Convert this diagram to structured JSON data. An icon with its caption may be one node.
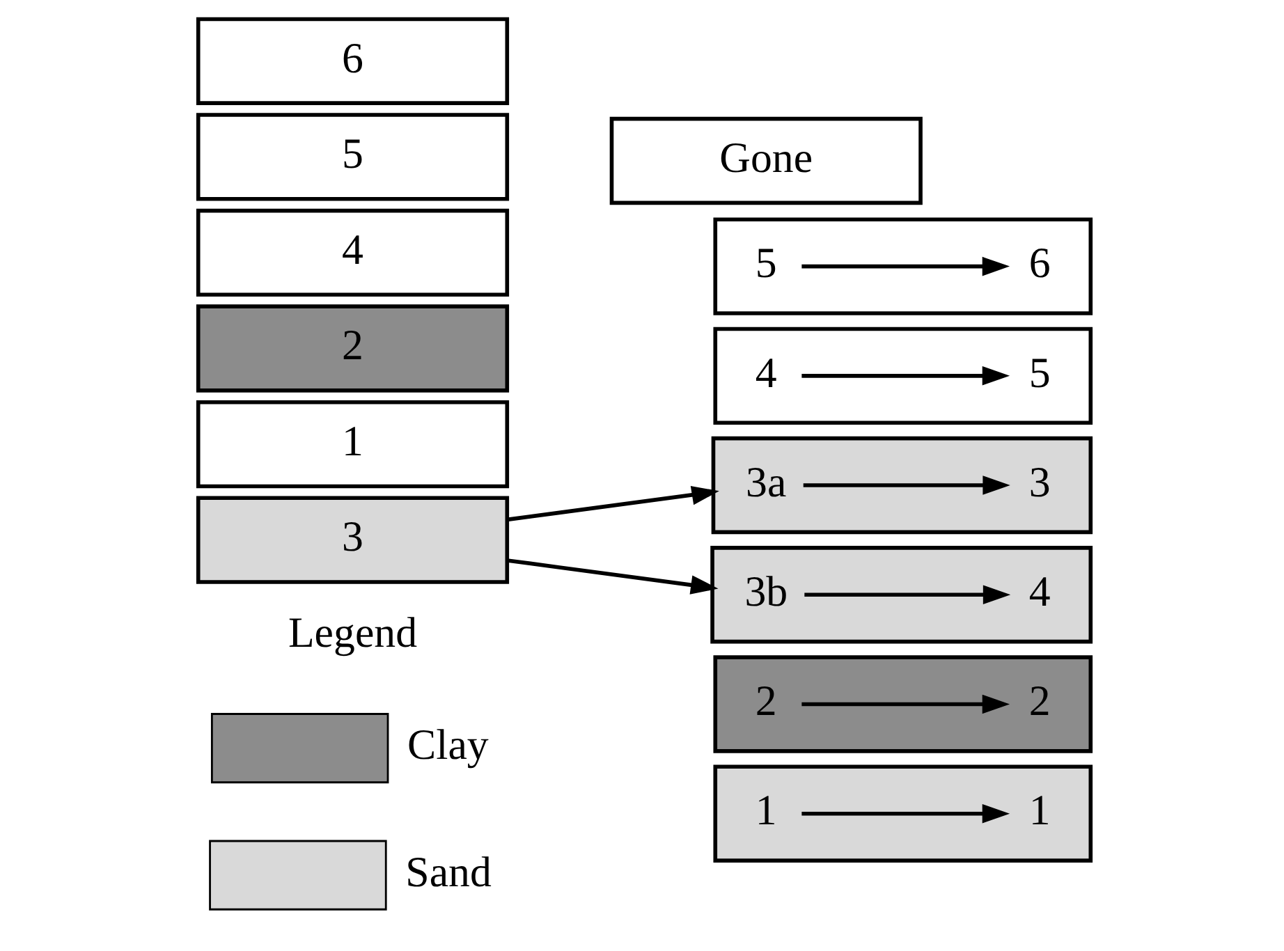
{
  "diagram": {
    "nodes": [
      {
        "text": [
          "6"
        ]
      },
      {
        "text": [
          "5"
        ]
      },
      {
        "text": [
          "4"
        ]
      },
      {
        "text": [
          "3"
        ]
      },
      {
        "text": [
          "2"
        ]
      },
      {
        "text": [
          "1"
        ]
      },
      {
        "text": [
          "Gone"
        ]
      },
      {
        "text": [],
        "shape": "box"
      },
      {
        "text": [
          "5"
        ],
        "in": 7
      },
      {
        "text": [
          "6"
        ],
        "in": 7
      },
      {
        "text": [],
        "shape": "box"
      },
      {
        "text": [
          "4"
        ],
        "in": 10
      },
      {
        "text": [
          "5"
        ],
        "in": 10
      },
      {
        "text": [],
        "shape": "box"
      },
      {
        "text": [
          "3b"
        ],
        "in": 13
      },
      {
        "text": [
          "4"
        ],
        "in": 13
      },
      {
        "text": [],
        "shape": "box"
      },
      {
        "text": [
          "3a"
        ],
        "in": 16
      },
      {
        "text": [
          "3"
        ],
        "in": 16
      },
      {
        "text": [],
        "shape": "box"
      },
      {
        "text": [
          "2"
        ],
        "in": 19
      },
      {
        "text": [
          "2"
        ],
        "in": 19
      },
      {
        "text": [],
        "shape": "box"
      },
      {
        "text": [
          "1"
        ],
        "in": 22
      },
      {
        "text": [
          "1"
        ],
        "in": 22
      }
    ],
    "edges": [
      {
        "from": 3,
        "to": 13,
        "arrow": "to"
      },
      {
        "from": 3,
        "to": 16,
        "arrow": "to"
      },
      {
        "from": 8,
        "to": 9,
        "arrow": "to"
      },
      {
        "from": 11,
        "to": 12,
        "arrow": "to"
      },
      {
        "from": 14,
        "to": 15,
        "arrow": "to"
      },
      {
        "from": 17,
        "to": 18,
        "arrow": "to"
      },
      {
        "from": 20,
        "to": 21,
        "arrow": "to"
      },
      {
        "from": 23,
        "to": 24,
        "arrow": "to"
      }
    ],
    "labels": [
      "Legend"
    ],
    "legend": [
      {
        "text": "Clay",
        "color": "#8c8c8c"
      },
      {
        "text": "Sand",
        "color": "#d9d9d9"
      }
    ]
  }
}
